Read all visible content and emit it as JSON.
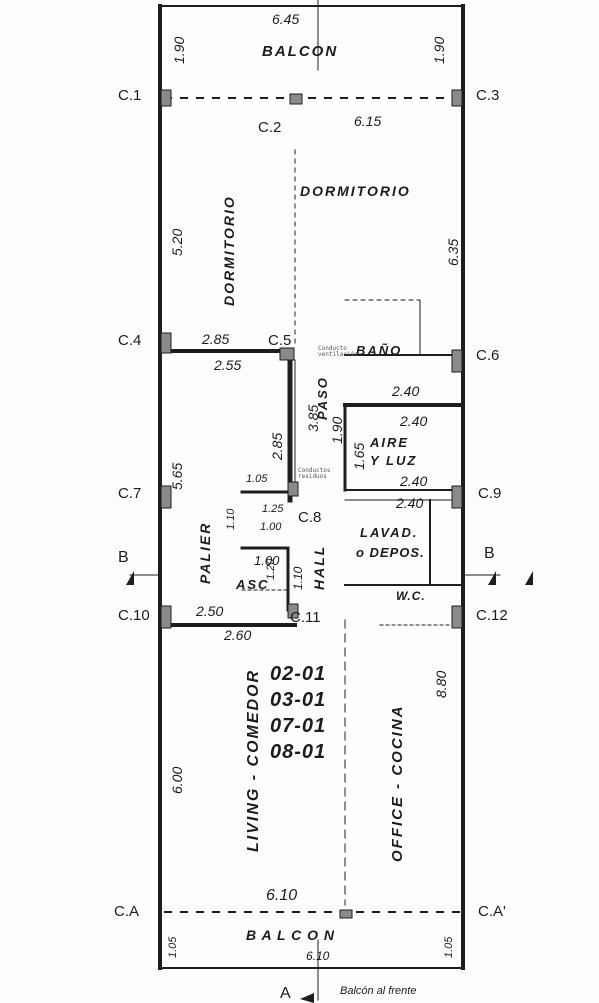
{
  "plan": {
    "overall": {
      "top_width": "6.45",
      "bottom_width": "6.10"
    },
    "rooms": {
      "balcon_top": "BALCON",
      "dormitorio_1": "DORMITORIO",
      "dormitorio_2": "DORMITORIO",
      "bano": "BAÑO",
      "paso": "PASO",
      "aire_luz": "AIRE\nY LUZ",
      "palier": "PALIER",
      "asc": "ASC",
      "hall": "HALL",
      "lavad": "LAVAD.",
      "depos": "o DEPOS.",
      "wc": "W.C.",
      "living": "LIVING - COMEDOR",
      "office": "OFFICE - COCINA",
      "balcon_bottom": "B A L C O N"
    },
    "unit_numbers": [
      "02-01",
      "03-01",
      "07-01",
      "08-01"
    ],
    "columns": {
      "c1": "C.1",
      "c2": "C.2",
      "c3": "C.3",
      "c4": "C.4",
      "c5": "C.5",
      "c6": "C.6",
      "c7": "C.7",
      "c8": "C.8",
      "c9": "C.9",
      "c10": "C.10",
      "c11": "C.11",
      "c12": "C.12",
      "ca": "C.A",
      "ca_prime": "C.A'"
    },
    "dimensions": {
      "balcon_left": "1.90",
      "balcon_right": "1.90",
      "dorm_width": "6.15",
      "dorm_left": "5.20",
      "dorm_right": "6.35",
      "dorm_bottom": "2.85",
      "hall_a": "2.55",
      "paso_w": "1.90",
      "aire_h": "1.65",
      "d385": "3.85",
      "d285": "2.85",
      "aire_top": "2.40",
      "aire_mid": "2.40",
      "aire_bot": "2.40",
      "lav_top": "2.40",
      "palier_h": "5.65",
      "d105": "1.05",
      "d125": "1.25",
      "d110a": "1.10",
      "d100a": "1.00",
      "asc_w": "1.00",
      "asc_h": "1.20",
      "hall_h": "1.10",
      "d250": "2.50",
      "d260": "2.60",
      "living_h": "6.00",
      "office_h": "8.80",
      "bottom_w": "6.10",
      "balcon_bot_l": "1.05",
      "balcon_bot_r": "1.05",
      "bottom_total": "6.10"
    },
    "markers": {
      "section_b_left": "B",
      "section_b_right": "B",
      "section_a": "A",
      "balcon_note": "Balcón al frente"
    },
    "annotations": {
      "ann_ventilacion": "Conducto\nventilación",
      "ann_conductos": "Conductos\nresiduos"
    }
  }
}
